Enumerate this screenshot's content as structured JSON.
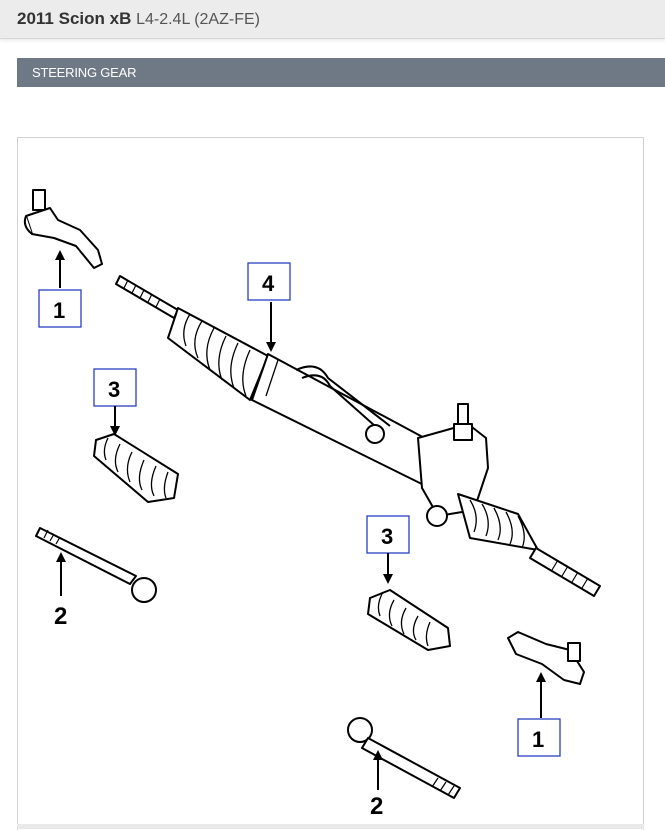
{
  "header": {
    "title_model": "2011 Scion xB",
    "title_engine": "L4-2.4L (2AZ-FE)"
  },
  "section": {
    "label": "STEERING GEAR"
  },
  "diagram": {
    "callouts": [
      {
        "number": "1"
      },
      {
        "number": "4"
      },
      {
        "number": "3"
      },
      {
        "number": "2"
      },
      {
        "number": "3"
      },
      {
        "number": "1"
      },
      {
        "number": "2"
      }
    ]
  }
}
